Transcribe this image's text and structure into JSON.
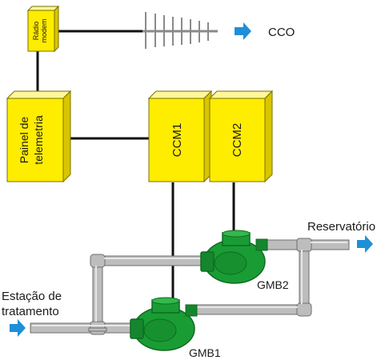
{
  "components": {
    "radio_modem": {
      "line1": "Rádio",
      "line2": "modem"
    },
    "painel": {
      "line1": "Painel de",
      "line2": "telemetria"
    },
    "ccm1": {
      "label": "CCM1"
    },
    "ccm2": {
      "label": "CCM2"
    }
  },
  "labels": {
    "cco": "CCO",
    "reservatorio": "Reservatório",
    "estacao_line1": "Estação de",
    "estacao_line2": "tratamento",
    "gmb1": "GMB1",
    "gmb2": "GMB2"
  },
  "colors": {
    "panel_front": "#ffed00",
    "panel_top": "#fff79a",
    "panel_side": "#d9c500",
    "pipe": "#bdbdbd",
    "pipe_edge": "#6e6e6e",
    "pump": "#1a9c35",
    "pump_dark": "#0e6b22",
    "arrow": "#1e8fd8",
    "wire": "#111111"
  },
  "icons": {
    "antenna": "yagi-antenna-icon",
    "flow_arrow": "flow-arrow-icon"
  }
}
